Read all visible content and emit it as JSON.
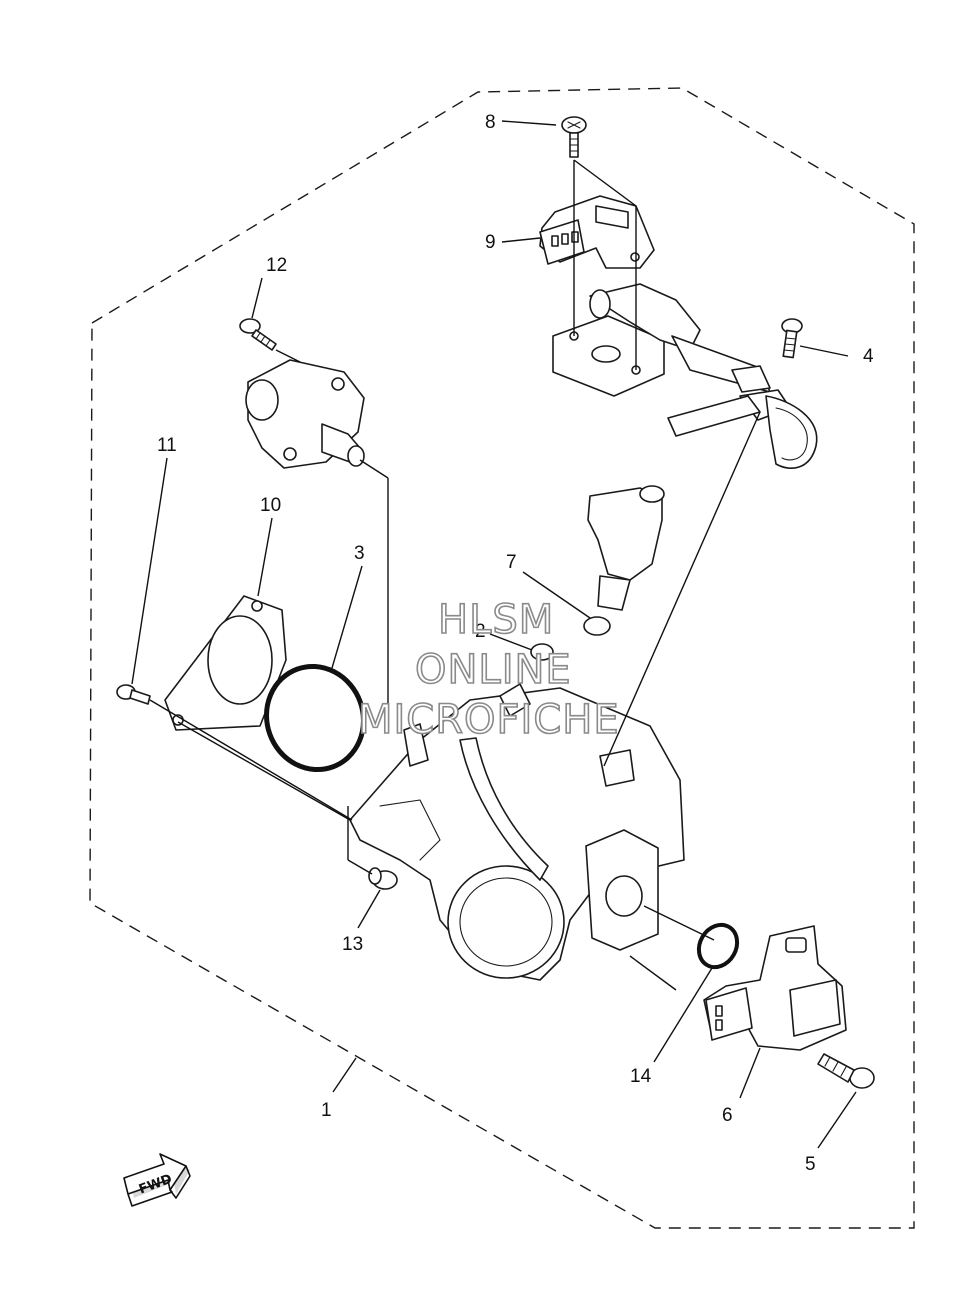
{
  "callouts": [
    {
      "id": "1",
      "label": "1"
    },
    {
      "id": "2",
      "label": "2"
    },
    {
      "id": "3",
      "label": "3"
    },
    {
      "id": "4",
      "label": "4"
    },
    {
      "id": "5",
      "label": "5"
    },
    {
      "id": "6",
      "label": "6"
    },
    {
      "id": "7",
      "label": "7"
    },
    {
      "id": "8",
      "label": "8"
    },
    {
      "id": "9",
      "label": "9"
    },
    {
      "id": "10",
      "label": "10"
    },
    {
      "id": "11",
      "label": "11"
    },
    {
      "id": "12",
      "label": "12"
    },
    {
      "id": "13",
      "label": "13"
    },
    {
      "id": "14",
      "label": "14"
    }
  ],
  "watermark": {
    "line1": "HLSM",
    "line2": "ONLINE",
    "line3": "MICROFICHE"
  },
  "fwd_arrow": {
    "label": "FWD"
  }
}
